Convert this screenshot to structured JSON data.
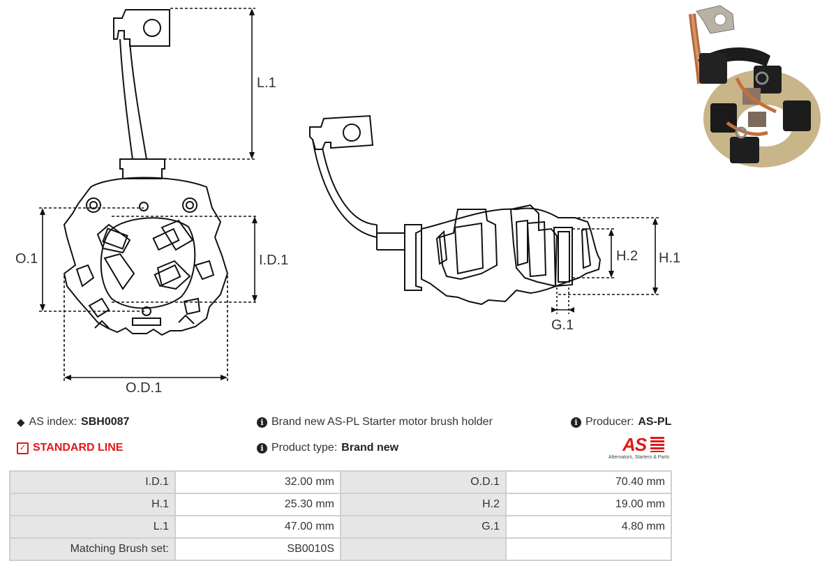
{
  "drawing": {
    "labels": {
      "l1": "L.1",
      "o1": "O.1",
      "id1": "I.D.1",
      "od1": "O.D.1",
      "h2": "H.2",
      "h1": "H.1",
      "g1": "G.1"
    }
  },
  "info": {
    "as_index_label": "AS index:",
    "as_index_value": "SBH0087",
    "standard_line": "STANDARD LINE",
    "description": "Brand new AS-PL Starter motor brush holder",
    "product_type_label": "Product type:",
    "product_type_value": "Brand new",
    "producer_label": "Producer:",
    "producer_value": "AS-PL"
  },
  "logo": {
    "mark": "AS",
    "tagline": "Alternators, Starters & Parts",
    "color": "#e01818"
  },
  "specs": {
    "rows": [
      {
        "l1": "I.D.1",
        "v1": "32.00 mm",
        "l2": "O.D.1",
        "v2": "70.40 mm"
      },
      {
        "l1": "H.1",
        "v1": "25.30 mm",
        "l2": "H.2",
        "v2": "19.00 mm"
      },
      {
        "l1": "L.1",
        "v1": "47.00 mm",
        "l2": "G.1",
        "v2": "4.80 mm"
      },
      {
        "l1": "Matching Brush set:",
        "v1": "SB0010S",
        "l2": "",
        "v2": ""
      }
    ]
  },
  "icons": {
    "tags": "tags-icon",
    "check": "check-square-icon",
    "info": "info-circle-icon"
  }
}
